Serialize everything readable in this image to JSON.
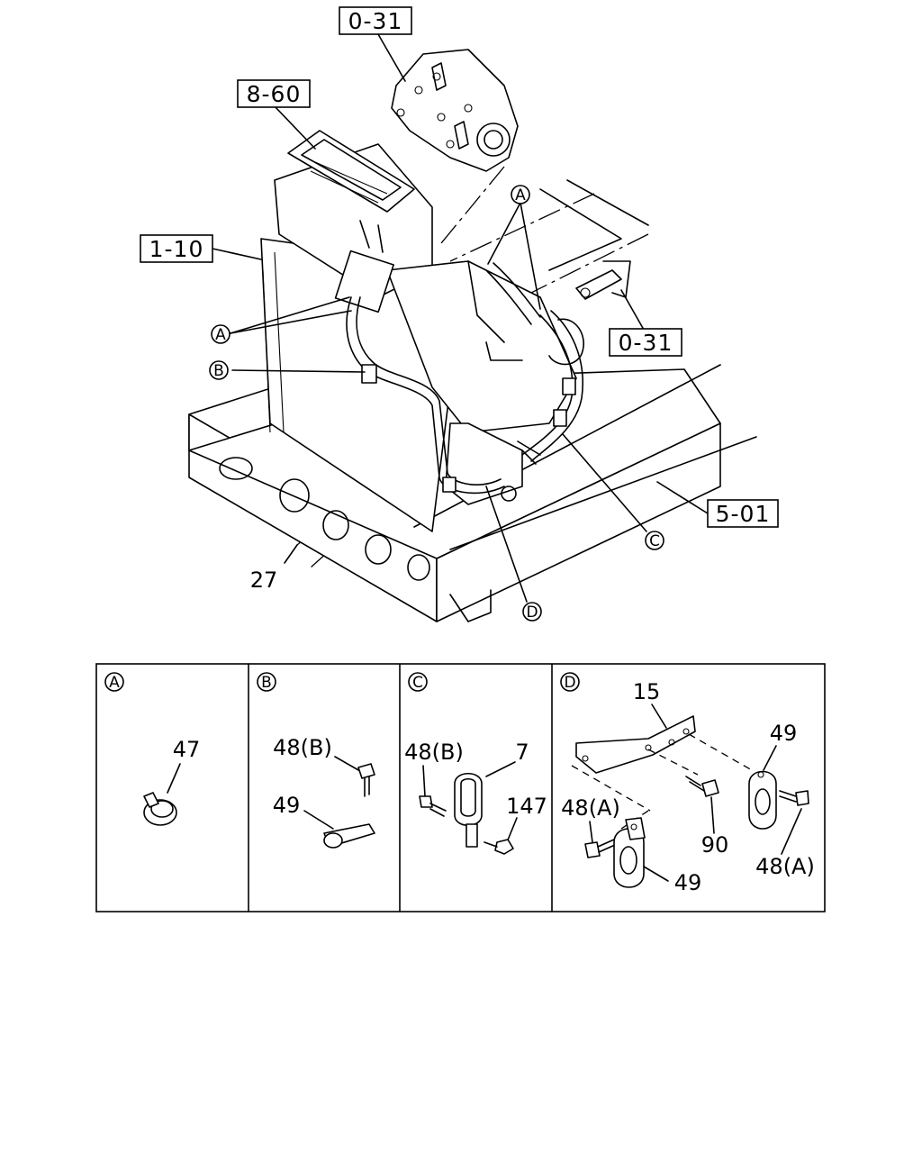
{
  "refs": {
    "r031_top": "0-31",
    "r860": "8-60",
    "r110": "1-10",
    "r031_right": "0-31",
    "r501": "5-01"
  },
  "callouts": {
    "a_right": "A",
    "a_left": "A",
    "b": "B",
    "c": "C",
    "d": "D"
  },
  "parts": {
    "p27": "27"
  },
  "details": {
    "a": {
      "letter": "A",
      "p47": "47"
    },
    "b": {
      "letter": "B",
      "p48b": "48(B)",
      "p49": "49"
    },
    "c": {
      "letter": "C",
      "p48b": "48(B)",
      "p7": "7",
      "p147": "147"
    },
    "d": {
      "letter": "D",
      "p15": "15",
      "p49_top": "49",
      "p48a_left": "48(A)",
      "p90": "90",
      "p48a_right": "48(A)",
      "p49_bottom": "49"
    }
  }
}
